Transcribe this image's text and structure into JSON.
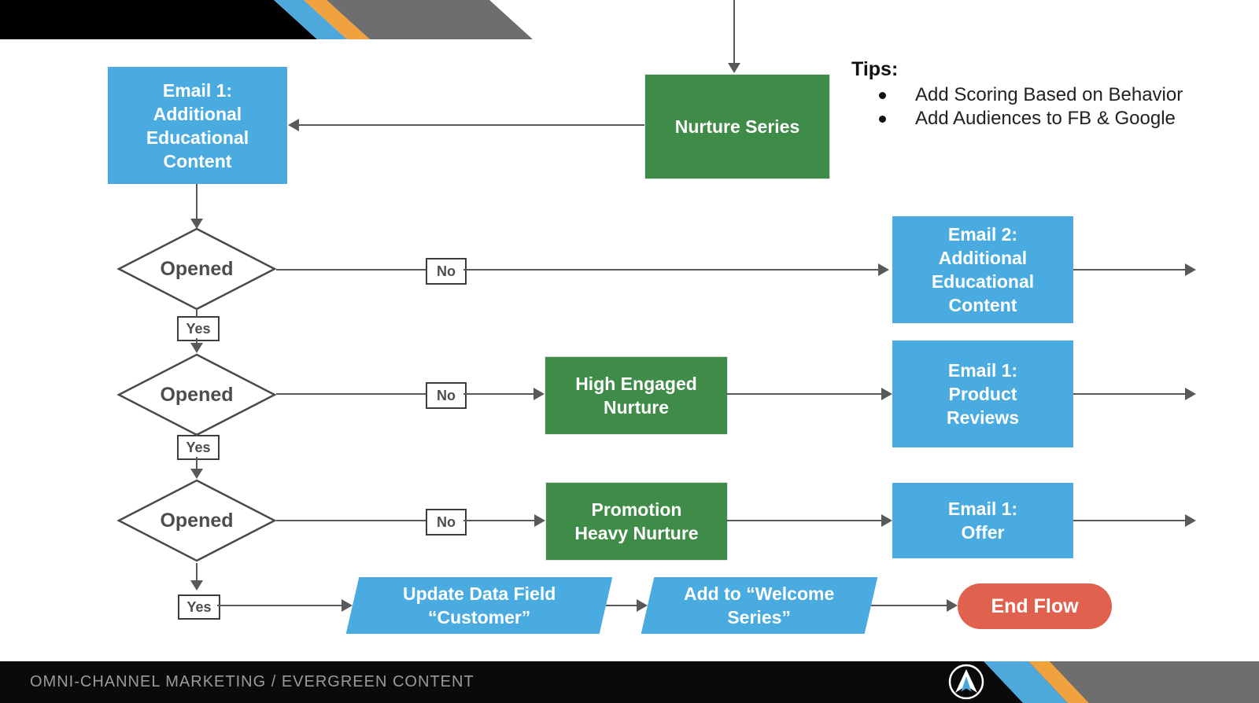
{
  "labels": {
    "opened": "Opened",
    "yes": "Yes",
    "no": "No"
  },
  "nodes": {
    "email1_left": "Email 1:\nAdditional\nEducational\nContent",
    "nurture_series": "Nurture Series",
    "email2_additional": "Email 2:\nAdditional\nEducational\nContent",
    "high_engaged": "High Engaged\nNurture",
    "email1_product": "Email 1:\nProduct\nReviews",
    "promotion_heavy": "Promotion\nHeavy Nurture",
    "email1_offer": "Email 1:\nOffer",
    "update_data_field": "Update Data Field\n“Customer”",
    "add_to_welcome": "Add to “Welcome\nSeries”",
    "end_flow": "End Flow"
  },
  "tips": {
    "heading": "Tips:",
    "items": [
      "Add Scoring Based on Behavior",
      "Add Audiences to FB & Google"
    ]
  },
  "footer": {
    "caption": "OMNI-CHANNEL MARKETING / EVERGREEN CONTENT"
  },
  "colors": {
    "node_blue": "#49ABDF",
    "node_green": "#3F8B48",
    "end_red": "#E0614D",
    "stripe_blue": "#4FA8DC",
    "stripe_orange": "#F0A23F",
    "stripe_gray": "#6E6E6E",
    "connector": "#58595B"
  }
}
